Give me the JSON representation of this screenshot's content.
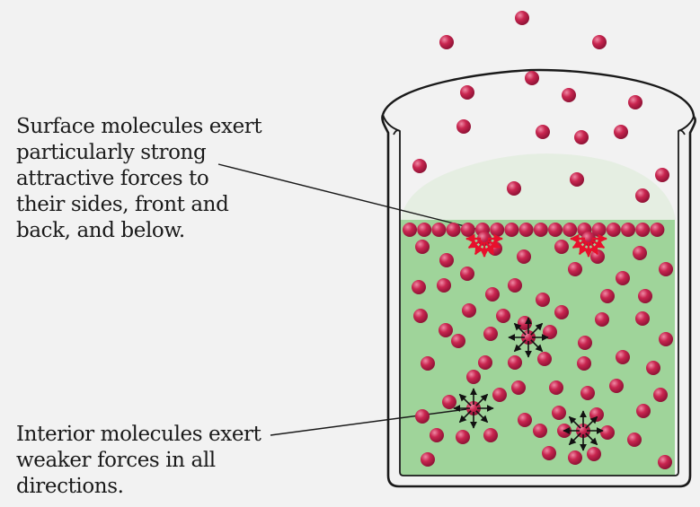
{
  "labels": {
    "surface": [
      "Surface molecules exert",
      "particularly strong",
      "attractive forces to",
      "their sides, front and",
      "back, and below."
    ],
    "interior": [
      "Interior molecules exert",
      "weaker forces in all",
      "directions."
    ]
  },
  "colors": {
    "background": "#f2f2f2",
    "liquid": "#9fd49a",
    "vapor_haze": "#e3ede0",
    "molecule": "#c4204a",
    "molecule_highlight": "#e96d8e",
    "surface_force_arrow": "#e8102c",
    "interior_force_arrow": "#111111",
    "beaker_outline": "#1a1a1a",
    "leader_line": "#1a1a1a"
  }
}
